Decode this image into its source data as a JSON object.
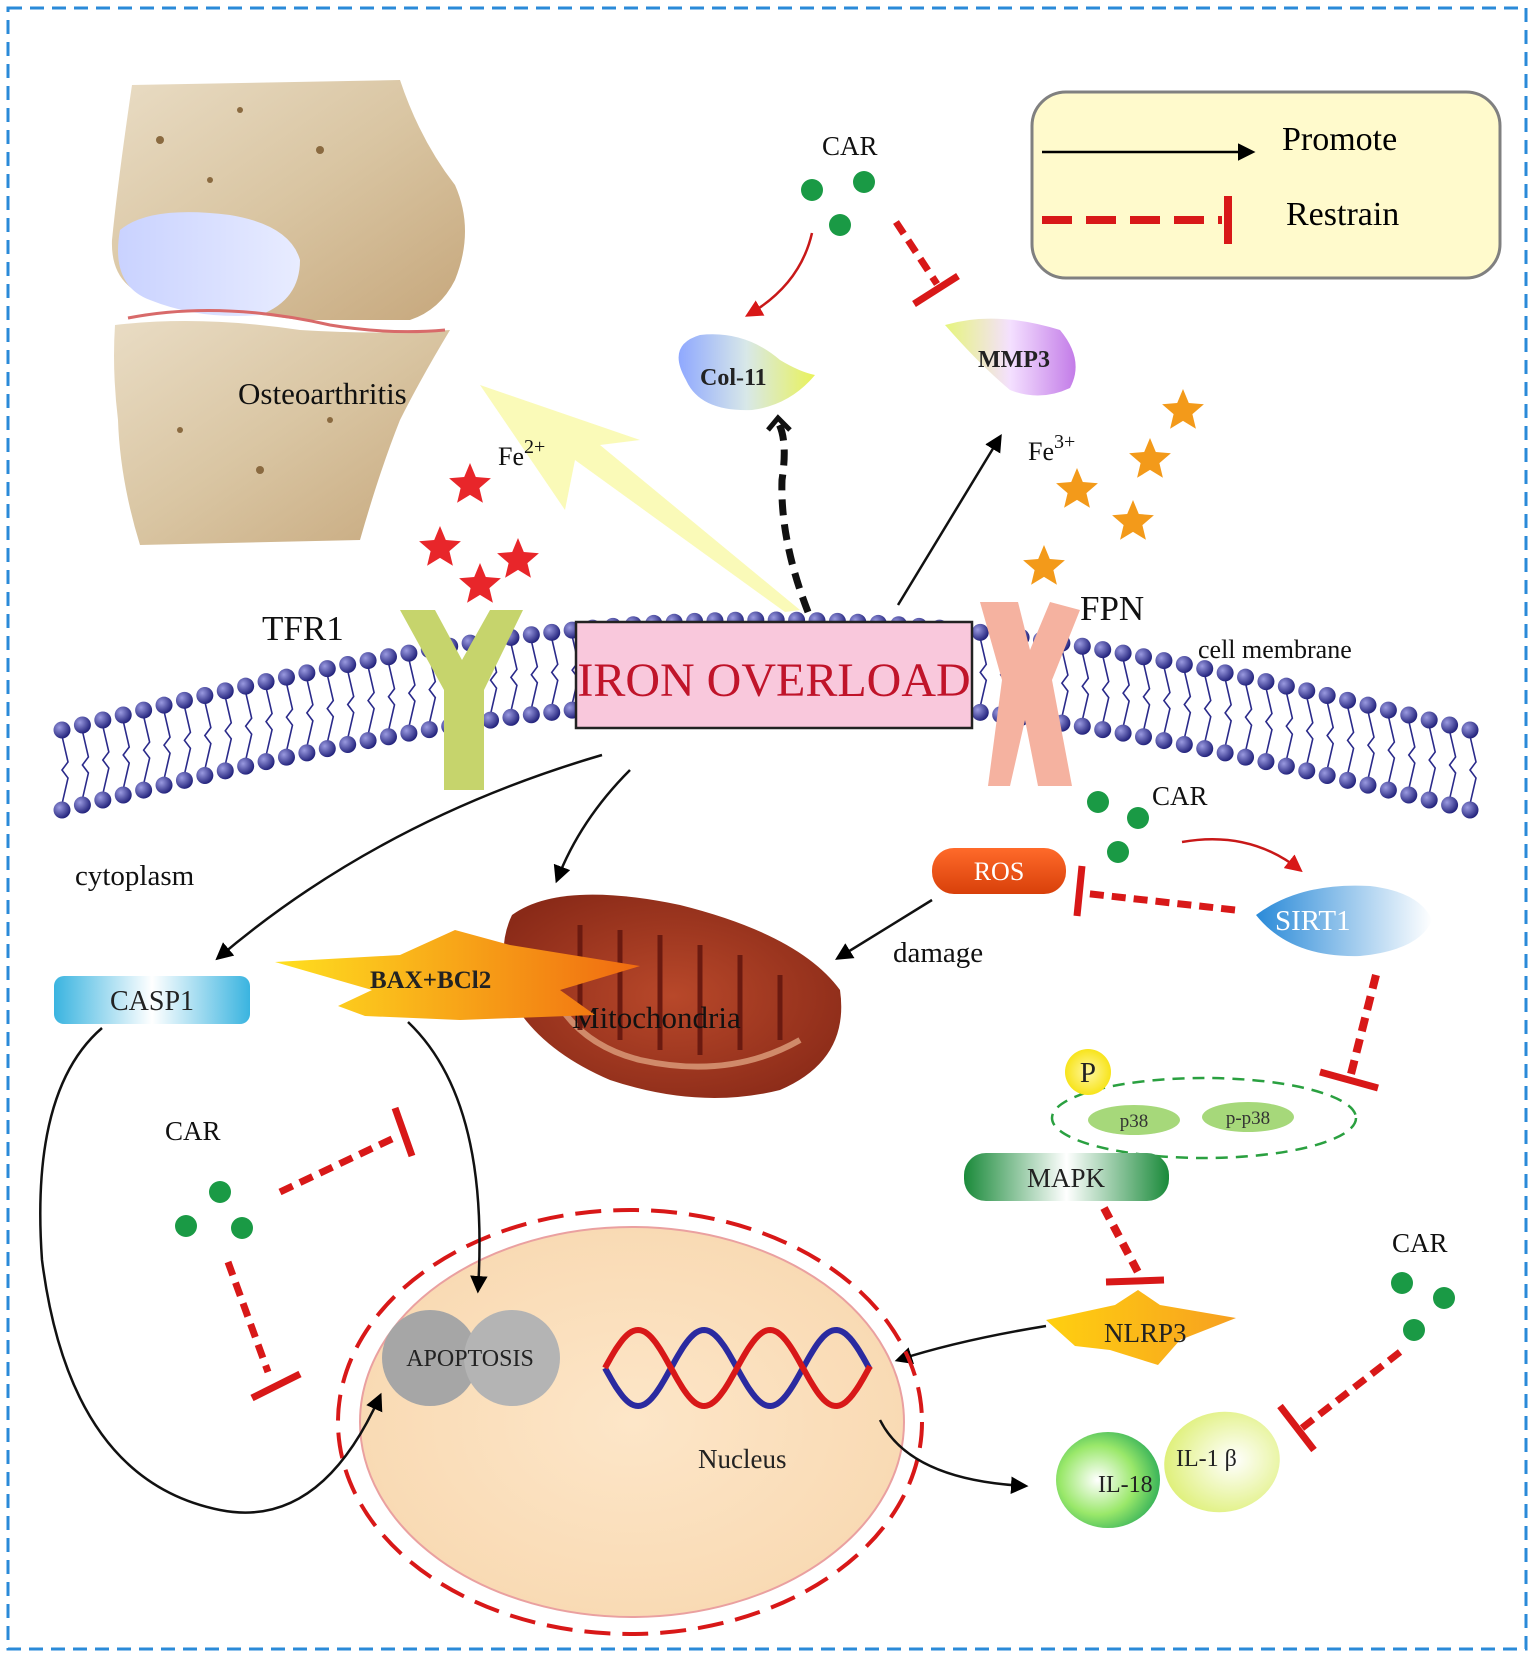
{
  "legend": {
    "promote_label": "Promote",
    "restrain_label": "Restrain"
  },
  "labels": {
    "osteoarthritis": "Osteoarthritis",
    "iron_overload": "IRON OVERLOAD",
    "tfr1": "TFR1",
    "fpn": "FPN",
    "cell_membrane": "cell membrane",
    "cytoplasm": "cytoplasm",
    "fe2_base": "Fe",
    "fe2_sup": "2+",
    "fe3_base": "Fe",
    "fe3_sup": "3+",
    "col_ii": "Col-11",
    "mmp3": "MMP3",
    "car_top": "CAR",
    "car_right": "CAR",
    "car_left": "CAR",
    "car_bottom_right": "CAR",
    "ros": "ROS",
    "sirt1": "SIRT1",
    "damage": "damage",
    "casp1": "CASP1",
    "bax_bcl2": "BAX+BCl2",
    "mitochondria": "Mitochondria",
    "phospho": "P",
    "p38": "p38",
    "p_p38": "p-p38",
    "mapk": "MAPK",
    "nlrp3": "NLRP3",
    "apoptosis": "APOPTOSIS",
    "nucleus": "Nucleus",
    "il18": "IL-18",
    "il1b": "IL-1 β"
  },
  "colors": {
    "promote": "#000000",
    "restrain": "#e01010",
    "car_dot": "#1a9a45",
    "iron_box_fill": "#f9c8dc",
    "iron_text": "#c0142a",
    "membrane": "#2a2a8a",
    "fe2_star": "#e8262a",
    "fe3_star": "#f39a1a",
    "frame": "#2a8ad8"
  }
}
